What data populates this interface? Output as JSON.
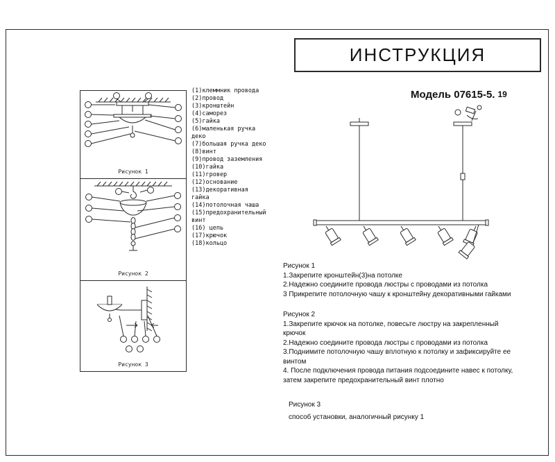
{
  "page": {
    "title": "ИНСТРУКЦИЯ",
    "model_prefix": "Модель 07615-5.",
    "model_suffix": "19"
  },
  "parts_list": {
    "items": [
      "(1)клеммник провода",
      "(2)провод",
      "(3)кронштейн",
      "(4)саморез",
      "(5)гайка",
      "(6)маленькая ручка деко",
      "(7)большая ручка деко",
      "(8)винт",
      "(9)провод заземления",
      "(10)гайка",
      "(11)гровер",
      "(12)основание",
      "(13)декоративная гайка",
      "(14)потолочная чаша",
      "(15)предохранительный винт",
      "(16) цепь",
      "(17)крючок",
      "(18)кольцо"
    ]
  },
  "figures": {
    "fig1_label": "Рисунок 1",
    "fig2_label": "Рисунок 2",
    "fig3_label": "Рисунок 3"
  },
  "instructions": {
    "sections": [
      {
        "heading": "Рисунок 1",
        "steps": [
          "1.Закрепите кронштейн(3)на потолке",
          "2.Надежно соедините провода люстры с проводами из потолка",
          "3 Прикрепите потолочную чашу к кронштейну декоративными гайками"
        ]
      },
      {
        "heading": "Рисунок 2",
        "steps": [
          "1.Закрепите крючок на потолке, повесьте люстру на закрепленный крючок",
          "2.Надежно соедините провода люстры с проводами из потолка",
          "3.Поднимите потолочную чашу вплотную к потолку и зафиксируйте ее винтом",
          "4. После подключения провода питания подсоедините навес к потолку, затем закрепите предохранительный винт плотно"
        ]
      },
      {
        "heading": "Рисунок 3",
        "steps": [
          "способ установки, аналогичный рисунку 1"
        ]
      }
    ]
  },
  "colors": {
    "accent": "#3aa08f",
    "line": "#2a2a2a"
  }
}
